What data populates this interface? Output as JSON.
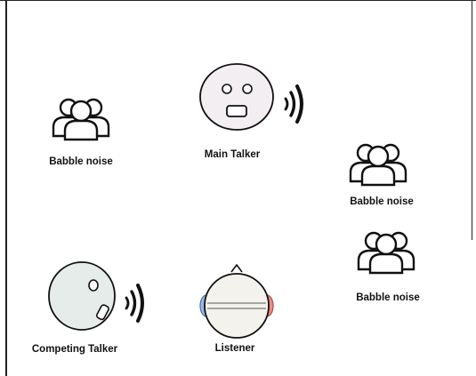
{
  "labels": {
    "babble_left": "Babble noise",
    "main_talker": "Main Talker",
    "babble_right_top": "Babble noise",
    "babble_right_bottom": "Babble noise",
    "competing_talker": "Competing Talker",
    "listener": "Listener"
  },
  "icons": {
    "crowd": "group-of-people-icon",
    "main_face": "face-icon",
    "competing_head": "head-icon",
    "listener_head": "listener-head-icon",
    "sound": "sound-waves-icon"
  },
  "colors": {
    "stroke": "#111111",
    "main_face_fill": "#f2eef2",
    "competing_head_fill": "#e6ecea",
    "listener_head_fill": "#f4f2ec",
    "left_ear": "#9db8e6",
    "right_ear": "#e98f86"
  }
}
